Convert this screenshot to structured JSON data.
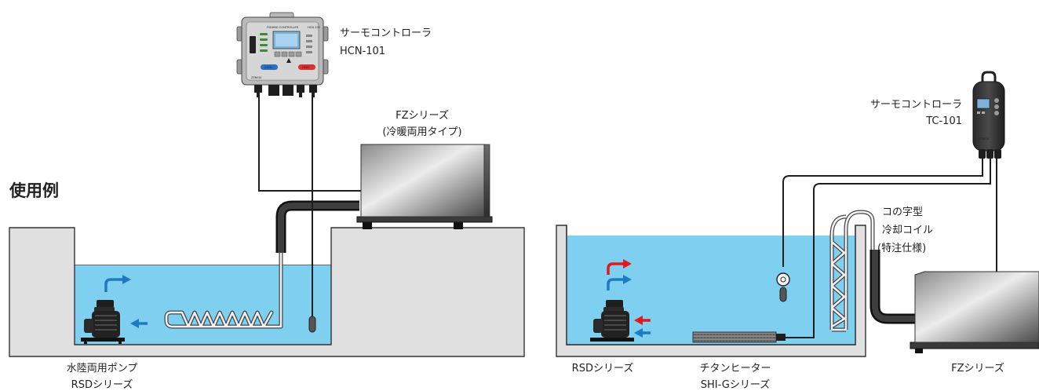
{
  "heading": "使用例",
  "left": {
    "controller": {
      "line1": "サーモコントローラ",
      "line2": "HCN-101"
    },
    "cooler": {
      "line1": "FZシリーズ",
      "line2": "(冷暖両用タイプ)"
    },
    "pump": {
      "line1": "水陸両用ポンプ",
      "line2": "RSDシリーズ"
    }
  },
  "right": {
    "controller": {
      "line1": "サーモコントローラ",
      "line2": "TC-101"
    },
    "coil": {
      "line1": "コの字型",
      "line2": "冷却コイル",
      "line3": "(特注仕様)"
    },
    "pump": {
      "line1": "RSDシリーズ"
    },
    "heater": {
      "line1": "チタンヒーター",
      "line2": "SHI-Gシリーズ"
    },
    "cooler": {
      "line1": "FZシリーズ"
    }
  },
  "device_print": {
    "panel_title": "FISHING CONTROLLER",
    "model": "HCN-101",
    "btn_cool": "COOL",
    "btn_heat": "HEAT",
    "brand": "ZENSUI"
  },
  "colors": {
    "water": "#7fd0f0",
    "tank": "#e0e0e0",
    "cable": "#1e1e1e",
    "arrow_blue": "#1f7ac4",
    "arrow_red": "#e01a1a"
  }
}
